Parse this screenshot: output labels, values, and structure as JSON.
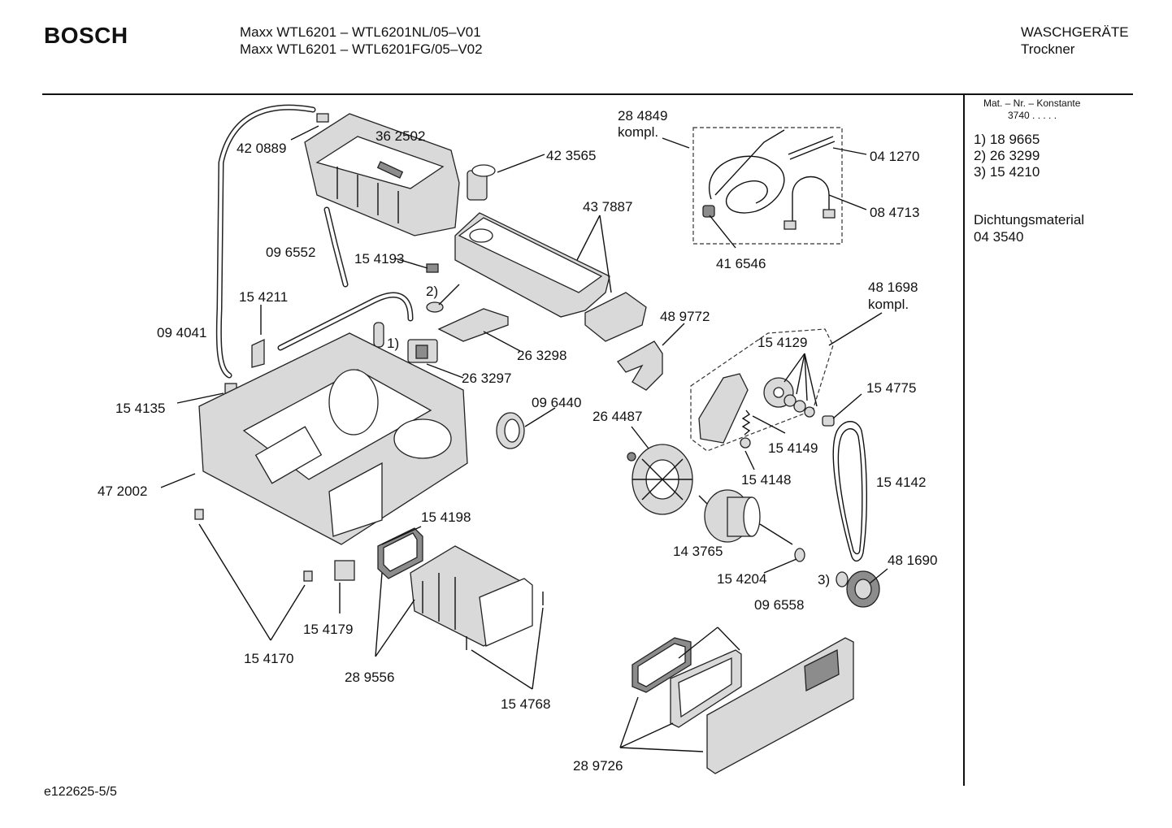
{
  "header": {
    "brand": "BOSCH",
    "model_line_1": "Maxx WTL6201 – WTL6201NL/05–V01",
    "model_line_2": "Maxx WTL6201 – WTL6201FG/05–V02",
    "category": "WASCHGERÄTE",
    "subcategory": "Trockner"
  },
  "sidebar": {
    "header": "Mat. – Nr. – Konstante",
    "constant": "3740  .  .  .  .  .",
    "notes": [
      "1) 18 9665",
      "2) 26 3299",
      "3) 15 4210"
    ],
    "seal_label": "Dichtungsmaterial",
    "seal_number": "04 3540"
  },
  "footer": {
    "doc_id": "e122625-5/5"
  },
  "labels": {
    "p284849": "28 4849",
    "kompl1": "kompl.",
    "p362502": "36 2502",
    "p420889": "42 0889",
    "p423565": "42 3565",
    "p041270": "04 1270",
    "p084713": "08 4713",
    "p416546": "41 6546",
    "p437887": "43 7887",
    "p096552": "09 6552",
    "p154193": "15 4193",
    "n2": "2)",
    "p154211": "15 4211",
    "p094041": "09 4041",
    "n1": "1)",
    "p263298": "26 3298",
    "p263297": "26 3297",
    "p489772": "48 9772",
    "p481698": "48 1698",
    "kompl2": "kompl.",
    "p154129": "15 4129",
    "p154775": "15 4775",
    "p154135": "15 4135",
    "p096440": "09 6440",
    "p264487": "26 4487",
    "p154149": "15 4149",
    "p154148": "15 4148",
    "p154142": "15 4142",
    "p472002": "47 2002",
    "p154198": "15 4198",
    "p143765": "14 3765",
    "p154204": "15 4204",
    "p481690": "48 1690",
    "n3": "3)",
    "p096558": "09 6558",
    "p154179": "15 4179",
    "p154170": "15 4170",
    "p289556": "28 9556",
    "p154768": "15 4768",
    "p289726": "28 9726"
  }
}
